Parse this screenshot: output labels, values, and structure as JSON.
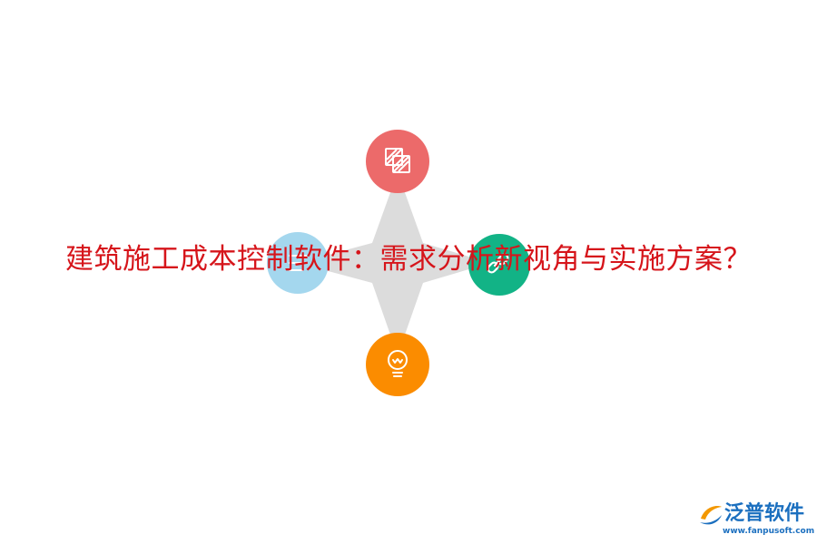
{
  "title": "建筑施工成本控制软件：需求分析新视角与实施方案？",
  "colors": {
    "title": "#d6151b",
    "star": "#dcdcdc",
    "node_top": "#ec6a6a",
    "node_left": "#a4d7ee",
    "node_right": "#12b386",
    "node_bottom": "#fb8c00",
    "logo_blue": "#1b6fbf",
    "logo_orange": "#f39800"
  },
  "nodes": [
    {
      "position": "top",
      "icon": "striped-squares-icon"
    },
    {
      "position": "left",
      "icon": "list-icon"
    },
    {
      "position": "right",
      "icon": "link-icon"
    },
    {
      "position": "bottom",
      "icon": "lightbulb-icon"
    }
  ],
  "logo": {
    "name": "泛普软件",
    "url": "www.fanpusoft.com"
  }
}
